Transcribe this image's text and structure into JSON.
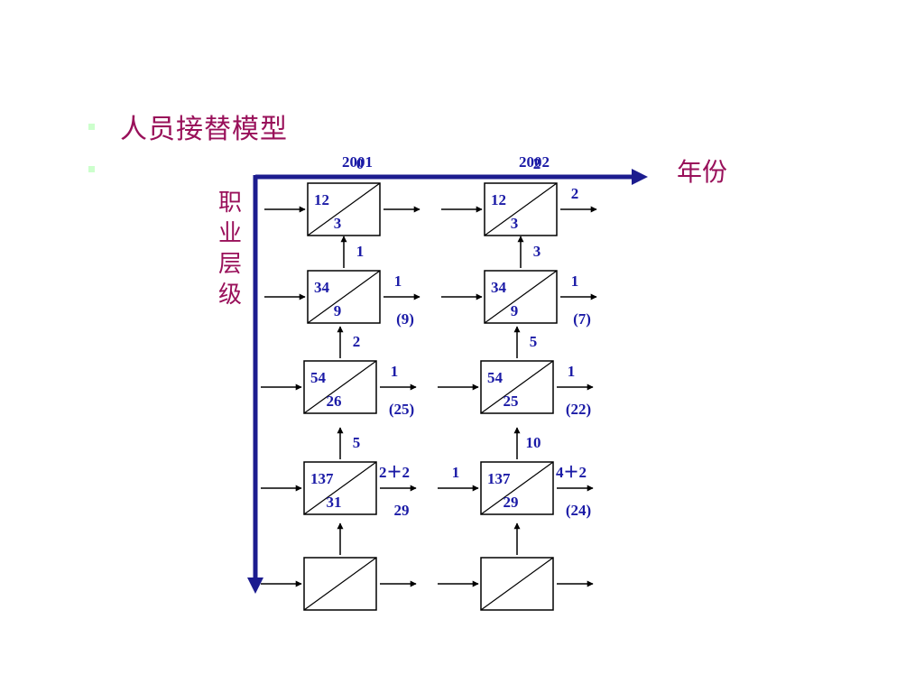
{
  "slide": {
    "bullets": [
      "人员接替模型",
      ""
    ],
    "x_axis_label": "年份",
    "y_axis_label": "职业层级"
  },
  "colors": {
    "title": "#99105a",
    "numbers": "#1a1aa6",
    "axis": "#1c1c8f",
    "bullet": "#ccffcc"
  },
  "diagram": {
    "years": [
      "2001",
      "2002"
    ],
    "levels": [
      {
        "boxes": [
          {
            "top": "12",
            "bottom": "3",
            "up": "0",
            "out_top": "",
            "out_bottom": "",
            "in": ""
          },
          {
            "top": "12",
            "bottom": "3",
            "up": "2",
            "out_top": "2",
            "out_bottom": "",
            "in": ""
          }
        ]
      },
      {
        "boxes": [
          {
            "top": "34",
            "bottom": "9",
            "up": "1",
            "out_top": "1",
            "out_bottom": "(9)",
            "in": ""
          },
          {
            "top": "34",
            "bottom": "9",
            "up": "3",
            "out_top": "1",
            "out_bottom": "(7)",
            "in": ""
          }
        ]
      },
      {
        "boxes": [
          {
            "top": "54",
            "bottom": "26",
            "up": "2",
            "out_top": "1",
            "out_bottom": "(25)",
            "in": ""
          },
          {
            "top": "54",
            "bottom": "25",
            "up": "5",
            "out_top": "1",
            "out_bottom": "(22)",
            "in": ""
          }
        ]
      },
      {
        "boxes": [
          {
            "top": "137",
            "bottom": "31",
            "up": "5",
            "out_top": "2＋2",
            "out_bottom": "29",
            "in": ""
          },
          {
            "top": "137",
            "bottom": "29",
            "up": "10",
            "out_top": "4＋2",
            "out_bottom": "(24)",
            "in": "1"
          }
        ]
      },
      {
        "boxes": [
          {
            "top": "",
            "bottom": "",
            "up": "",
            "out_top": "",
            "out_bottom": "",
            "in": ""
          },
          {
            "top": "",
            "bottom": "",
            "up": "",
            "out_top": "",
            "out_bottom": "",
            "in": ""
          }
        ]
      }
    ]
  }
}
